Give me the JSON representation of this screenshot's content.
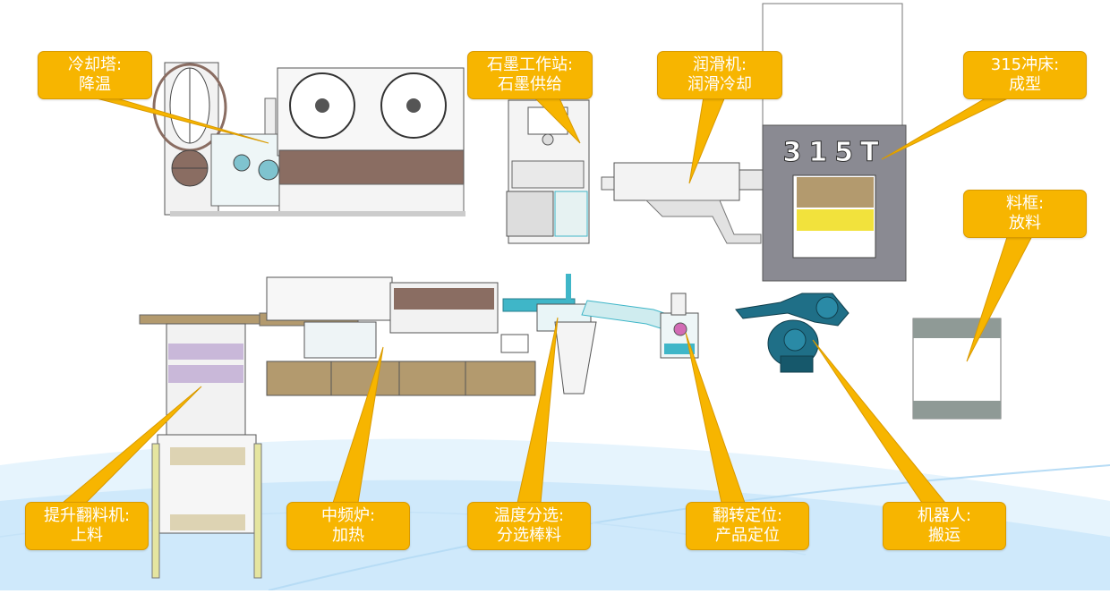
{
  "colors": {
    "callout_fill": "#f7b500",
    "callout_text": "#ffffff",
    "machine_brown": "#8a6d62",
    "machine_olive": "#b39a6e",
    "machine_teal": "#3fb6c8",
    "robot_blue": "#1f6f87",
    "background_wave": "#cfe9fb"
  },
  "press_label": "315T",
  "callouts": {
    "cooling_tower": {
      "line1": "冷却塔:",
      "line2": "降温"
    },
    "graphite_station": {
      "line1": "石墨工作站:",
      "line2": "石墨供给"
    },
    "lubricator": {
      "line1": "润滑机:",
      "line2": "润滑冷却"
    },
    "press_315": {
      "line1": "315冲床:",
      "line2": "成型"
    },
    "bin": {
      "line1": "料框:",
      "line2": "放料"
    },
    "lifter": {
      "line1": "提升翻料机:",
      "line2": "上料"
    },
    "furnace": {
      "line1": "中频炉:",
      "line2": "加热"
    },
    "sorter": {
      "line1": "温度分选:",
      "line2": "分选棒料"
    },
    "flip_positioner": {
      "line1": "翻转定位:",
      "line2": "产品定位"
    },
    "robot": {
      "line1": "机器人:",
      "line2": "搬运"
    }
  }
}
